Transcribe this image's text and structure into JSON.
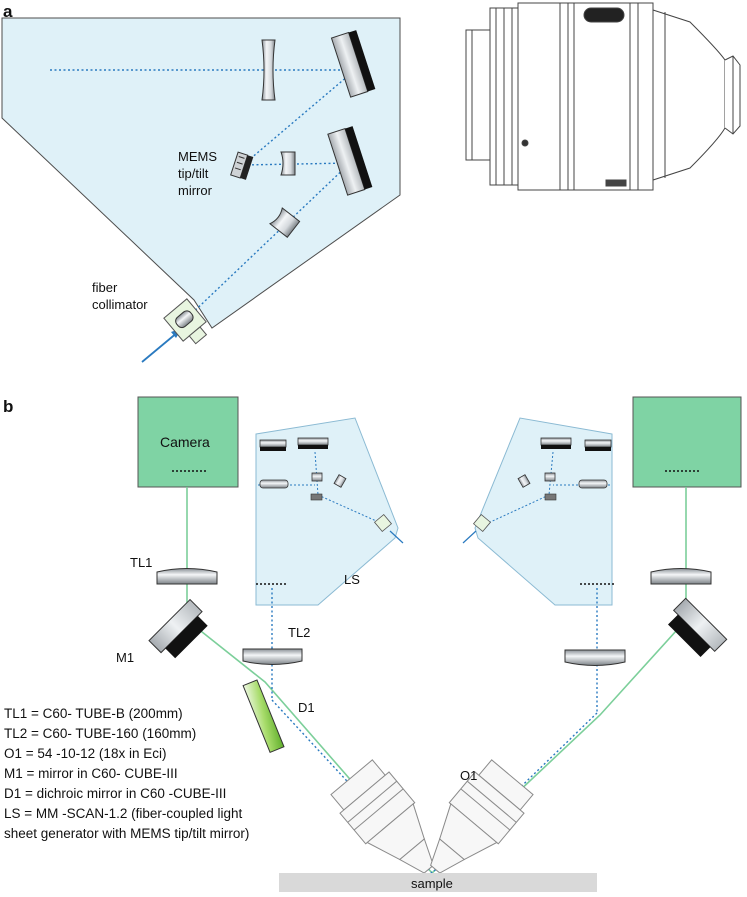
{
  "panel_a": {
    "label": "a",
    "mems_label": [
      "MEMS",
      "tip/tilt",
      "mirror"
    ],
    "collimator_label": [
      "fiber",
      "collimator"
    ]
  },
  "panel_b": {
    "label": "b",
    "camera_label": "Camera",
    "tl1_label": "TL1",
    "tl2_label": "TL2",
    "m1_label": "M1",
    "d1_label": "D1",
    "o1_label": "O1",
    "ls_label": "LS",
    "sample_label": "sample",
    "legend": [
      "TL1 = C60- TUBE-B (200mm)",
      "TL2 = C60- TUBE-160 (160mm)",
      "O1 = 54 -10-12 (18x in  Eci)",
      "M1 = mirror in C60- CUBE-III",
      "D1 = dichroic mirror in C60 -CUBE-III",
      "LS = MM -SCAN-1.2 (fiber-coupled light",
      "sheet generator with MEMS tip/tilt mirror)"
    ]
  },
  "colors": {
    "scanner_fill": "#dff1f8",
    "camera_fill": "#7fd3a4",
    "emission_path": "#7ccf9a",
    "illumination_path": "#2a7ac0",
    "dichroic": "#7cc440",
    "sample_stage": "#d9d9d9"
  }
}
